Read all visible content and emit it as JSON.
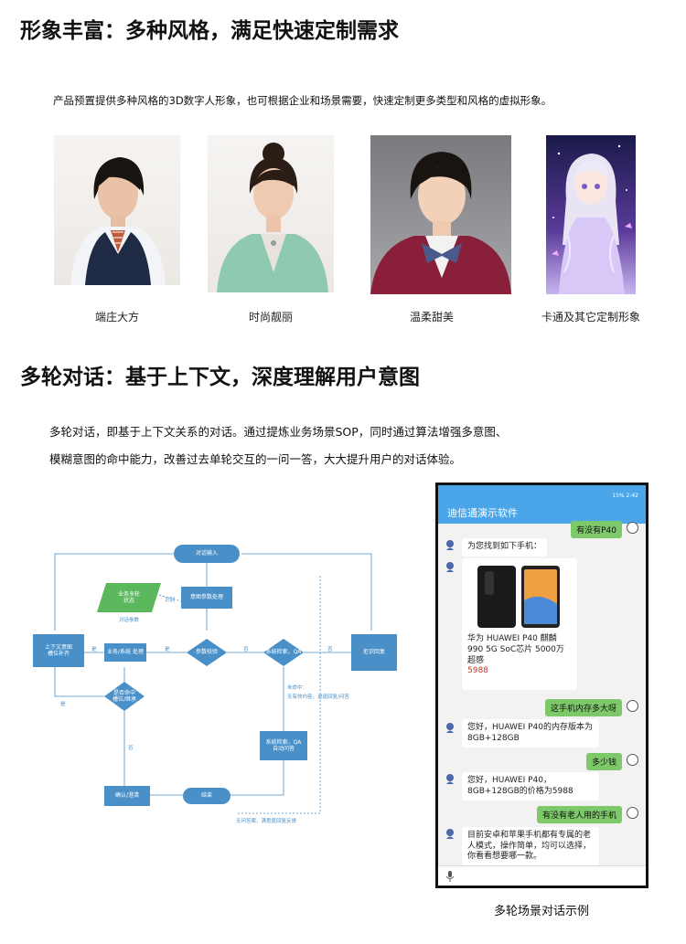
{
  "section1": {
    "title": "形象丰富：多种风格，满足快速定制需求",
    "desc": "产品预置提供多种风格的3D数字人形象，也可根据企业和场景需要，快速定制更多类型和风格的虚拟形象。",
    "avatars": [
      {
        "caption": "端庄大方"
      },
      {
        "caption": "时尚靓丽"
      },
      {
        "caption": "温柔甜美"
      },
      {
        "caption": "卡通及其它定制形象"
      }
    ]
  },
  "section2": {
    "title": "多轮对话：基于上下文，深度理解用户意图",
    "desc_line1": "多轮对话，即基于上下文关系的对话。通过提炼业务场景SOP，同时通过算法增强多意图、",
    "desc_line2": "模糊意图的命中能力，改善过去单轮交互的一问一答，大大提升用户的对话体验。"
  },
  "flowchart": {
    "nodes": {
      "input": "对话输入",
      "biz_state": "业务多轮\n状态",
      "intent": "意图参数处理",
      "ctx": "上下文意图\n槽位补齐",
      "business": "业务/系统 处理",
      "slot_check": "参数校验",
      "sys_check": "系统检索，QA",
      "reject": "拒识回复",
      "decide": "是否命中\n槽位/继承",
      "faq": "系统检索，QA\n自动问答",
      "confirm": "确认/澄清",
      "end": "结束"
    },
    "labels": {
      "l1": "识别",
      "l2": "对话参数",
      "l3": "是",
      "l4": "否",
      "l5": "是",
      "l6": "否",
      "l7": "是",
      "l8": "否",
      "l9": "无有效内容，进退回复/问答",
      "l10": "未命中：",
      "l11": "无问答案，满意度回复反馈"
    }
  },
  "phone": {
    "status_text": "15% 2:42",
    "app_title": "迪信通演示软件",
    "messages": {
      "u0": "有没有P40",
      "b1": "为您找到如下手机：",
      "product": "华为 HUAWEI P40 麒麟990 5G SoC芯片 5000万超感",
      "price": "5988",
      "u2": "这手机内存多大呀",
      "b3": "您好，HUAWEI P40的内存版本为8GB+128GB",
      "u4": "多少钱",
      "b5": "您好，HUAWEI P40，8GB+128GB的价格为5988",
      "u6": "有没有老人用的手机",
      "b7": "目前安卓和苹果手机都有专属的老人模式，操作简单，均可以选择，你看看想要哪一款。"
    },
    "caption": "多轮场景对话示例"
  },
  "colors": {
    "flow_blue": "#4a90c8",
    "flow_green": "#5cb85c",
    "app_blue": "#4aa6e8",
    "user_bubble": "#7dc96a",
    "price_red": "#c0392b"
  }
}
